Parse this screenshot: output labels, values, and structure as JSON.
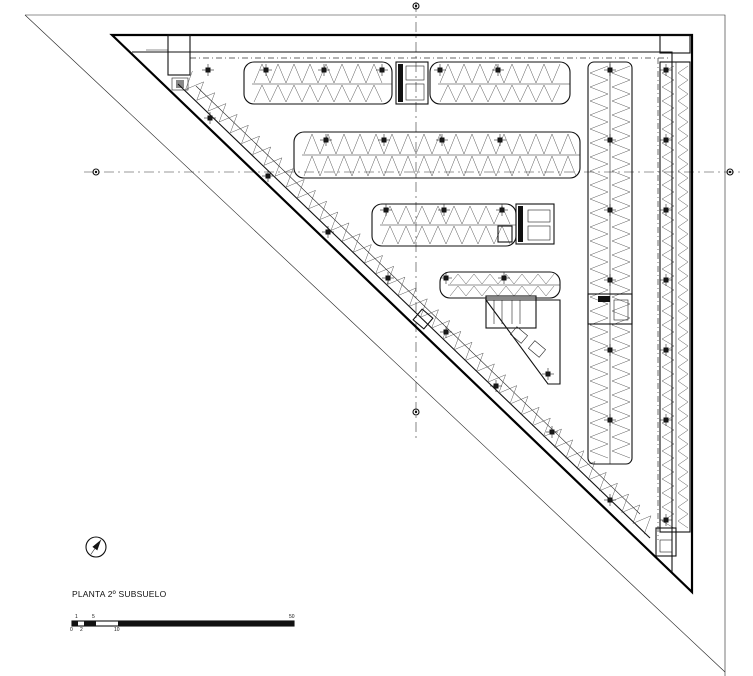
{
  "drawing": {
    "title": "PLANTA 2º SUBSUELO"
  },
  "scale_bar": {
    "top_labels": [
      "1",
      "5",
      "50"
    ],
    "bottom_labels": [
      "0",
      "2",
      "10"
    ]
  },
  "icons": {
    "north": "north-arrow-icon",
    "axis": "axis-marker-icon",
    "column": "column-icon"
  }
}
